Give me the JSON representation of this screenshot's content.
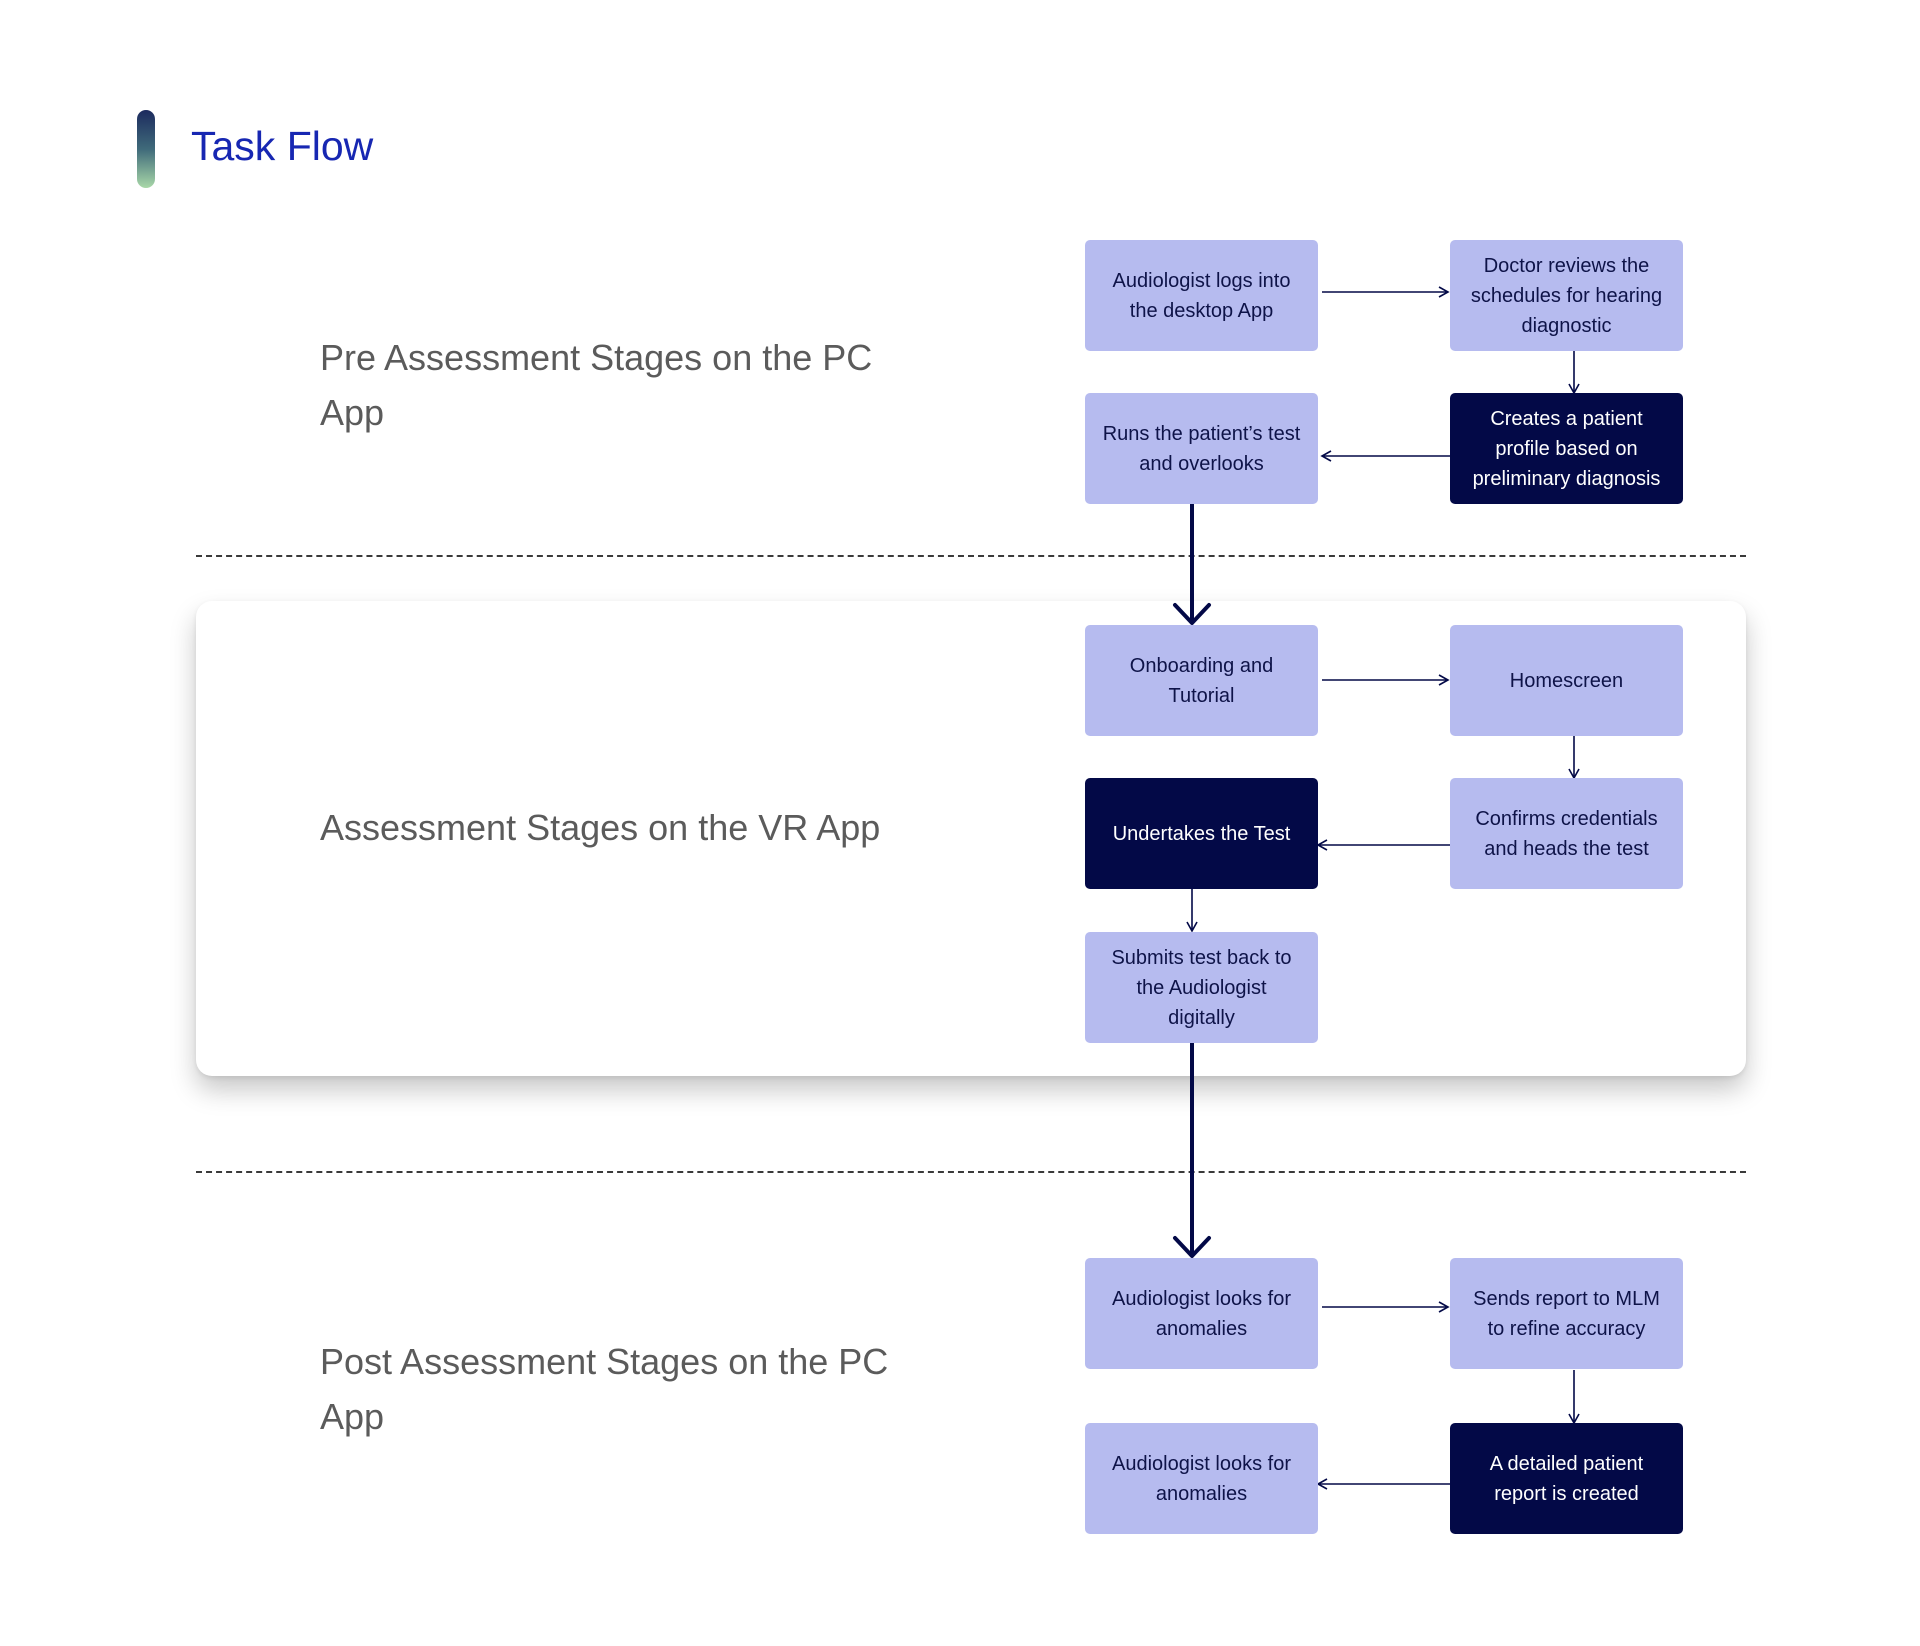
{
  "header": {
    "title": "Task Flow"
  },
  "sections": {
    "pre": {
      "label": "Pre Assessment Stages on the PC App"
    },
    "vr": {
      "label": "Assessment Stages on the VR App"
    },
    "post": {
      "label": "Post Assessment Stages on the PC App"
    }
  },
  "nodes": {
    "n1": {
      "text": "Audiologist logs into the desktop App",
      "style": "light"
    },
    "n2": {
      "text": "Doctor reviews the schedules for hearing diagnostic",
      "style": "light"
    },
    "n3": {
      "text": "Creates a patient profile based on preliminary diagnosis",
      "style": "dark"
    },
    "n4": {
      "text": "Runs the patient’s test and overlooks",
      "style": "light"
    },
    "n5": {
      "text": "Onboarding and Tutorial",
      "style": "light"
    },
    "n6": {
      "text": "Homescreen",
      "style": "light"
    },
    "n7": {
      "text": "Confirms credentials and heads the test",
      "style": "light"
    },
    "n8": {
      "text": "Undertakes the Test",
      "style": "dark"
    },
    "n9": {
      "text": "Submits test back to the Audiologist digitally",
      "style": "light"
    },
    "n10": {
      "text": "Audiologist looks for anomalies",
      "style": "light"
    },
    "n11": {
      "text": "Sends report to MLM to refine accuracy",
      "style": "light"
    },
    "n12": {
      "text": "A detailed patient report is created",
      "style": "dark"
    },
    "n13": {
      "text": "Audiologist looks for anomalies",
      "style": "light"
    }
  },
  "colors": {
    "title": "#1727b2",
    "node_light": "#b6bbef",
    "node_dark": "#030947",
    "connector": "#030947"
  }
}
